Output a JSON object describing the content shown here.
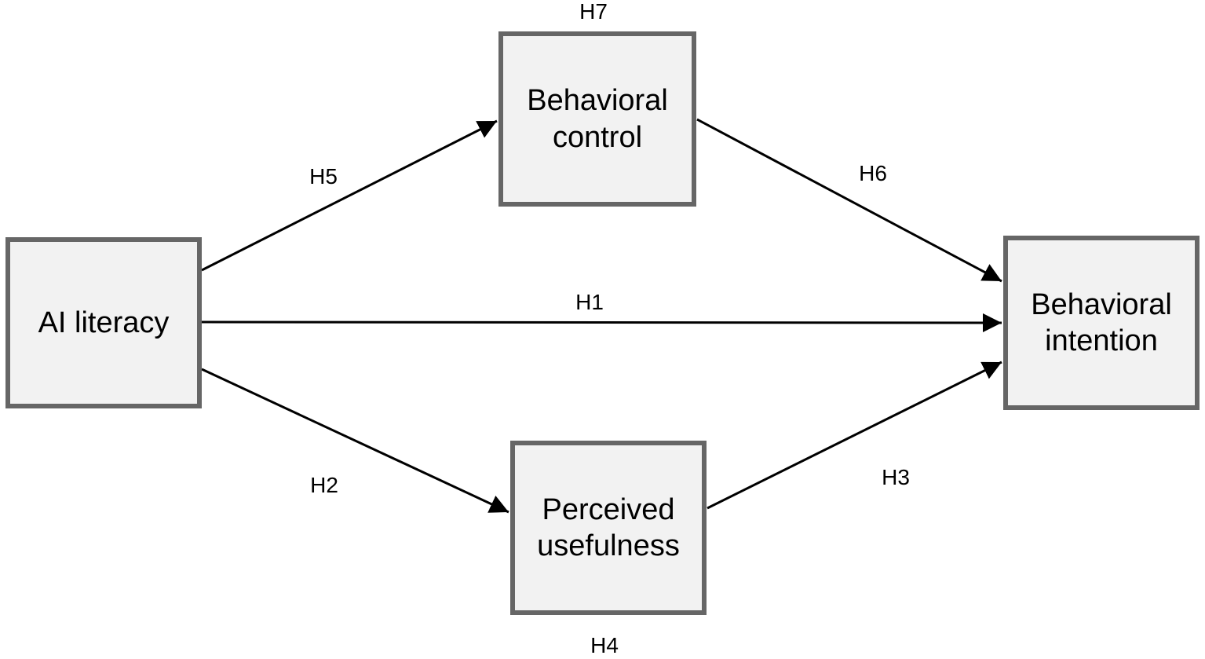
{
  "diagram_type": "hypothesis-path-model",
  "colors": {
    "background": "#ffffff",
    "node_fill": "#f2f2f2",
    "node_border": "#666666",
    "arrow": "#000000",
    "text": "#000000"
  },
  "nodes": {
    "ai_literacy": {
      "label": "AI literacy"
    },
    "behavioral_control": {
      "label": "Behavioral control"
    },
    "perceived_usefulness": {
      "label": "Perceived usefulness"
    },
    "behavioral_intention": {
      "label": "Behavioral intention"
    }
  },
  "hypotheses": {
    "h1": {
      "label": "H1",
      "from": "AI literacy",
      "to": "Behavioral intention"
    },
    "h2": {
      "label": "H2",
      "from": "AI literacy",
      "to": "Perceived usefulness"
    },
    "h3": {
      "label": "H3",
      "from": "Perceived usefulness",
      "to": "Behavioral intention"
    },
    "h4": {
      "label": "H4",
      "from": "",
      "to": "Perceived usefulness"
    },
    "h5": {
      "label": "H5",
      "from": "AI literacy",
      "to": "Behavioral control"
    },
    "h6": {
      "label": "H6",
      "from": "Behavioral control",
      "to": "Behavioral intention"
    },
    "h7": {
      "label": "H7",
      "from": "",
      "to": "Behavioral control"
    }
  }
}
